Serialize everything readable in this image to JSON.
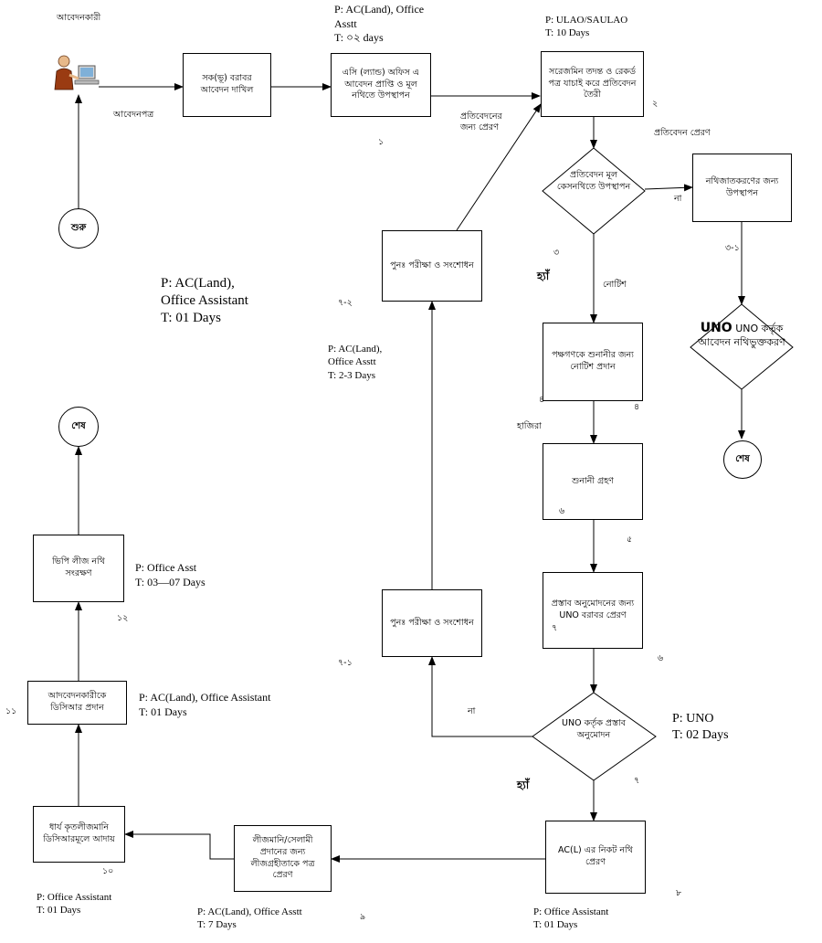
{
  "nodes": {
    "start": "শুরু",
    "applicant_label": "আবেদনকারী",
    "submit": "সক(ভূ) বরাবর আবেদন দাখিল",
    "receive": "এসি (ল্যান্ড) অফিস এ আবেদন প্রাপ্তি ও মূল নথিতে উপস্থাপন",
    "investigate": "সরেজমিন তদন্ত ও রেকর্ড পত্র যাচাই করে প্রতিবেদন তৈরী",
    "report_decision": "প্রতিবেদন মূল কেসনথিতে উপস্থাপন",
    "forward_file": "নথিজাতকরণের জন্য উপস্থাপন",
    "uno_file": "UNO কর্তৃক আবেদন নথিভুক্তকরণ",
    "end_right": "শেষ",
    "notice": "পক্ষগণকে শুনানীর জন্য নোটিশ প্রদান",
    "hearing": "শুনানী গ্রহণ",
    "proposal": "প্রস্তাব অনুমোদনের জন্য UNO বরাবর প্রেরণ",
    "uno_approve": "UNO কর্তৃক প্রস্তাব অনুমোদন",
    "recheck_top": "পুনঃ পরীক্ষা ও সংশোধন",
    "recheck_bottom": "পুনঃ পরীক্ষা ও সংশোধন",
    "send_acl": "AC(L) এর নিকট নথি প্রেরণ",
    "lease_letter": "লীজমানি/সেলামী প্রদানের জন্য লীজগ্রহীতাকে পত্র প্রেরণ",
    "collect": "ধার্য কৃতলীজমানি ডিসিআরমূলে আদায়",
    "give_dcr": "আদবেদনকারীকে ডিসিআর প্রদান",
    "preserve": "ভিপি লীজ নথি সংরক্ষণ",
    "end_left": "শেষ"
  },
  "labels": {
    "application_letter": "আবেদনপত্র",
    "send_for_report": "প্রতিবেদনের\nজন্য প্রেরণ",
    "send_report": "প্রতিবেদন প্রেরণ",
    "no_right": "না",
    "yes_mid": "হ্যাঁ",
    "notice_edge": "নোটিশ",
    "attendance": "হাজিরা",
    "no_bottom": "না",
    "yes_bottom": "হ্যাঁ"
  },
  "step_numbers": {
    "s1": "১",
    "s2": "২",
    "s3": "৩",
    "s31": "৩-১",
    "s4a": "৪",
    "s4b": "৪",
    "s5": "৫",
    "s6a": "৬",
    "s6b": "৬",
    "s7a": "৭",
    "s7b": "৭",
    "s71": "৭-১",
    "s72": "৭-২",
    "s8": "৮",
    "s9": "৯",
    "s10": "১০",
    "s11": "১১",
    "s12": "১২"
  },
  "annotations": {
    "a_receive": "P: AC(Land), Office\nAsstt\nT: ০২ days",
    "a_investigate": "P: ULAO/SAULAO\nT: 10 Days",
    "a_big_left": "P:  AC(Land),\n   Office Assistant\nT:  01 Days",
    "a_recheck": "P: AC(Land),\n   Office Asstt\nT: 2-3 Days",
    "a_uno": "P: UNO\nT: 02 Days",
    "a_preserve": "P: Office Asst\nT: 03—07 Days",
    "a_dcr": "P: AC(Land), Office Assistant\nT: 01 Days",
    "a_collect": "P: Office Assistant\nT: 01 Days",
    "a_lease": "P: AC(Land), Office Asstt\nT: 7 Days",
    "a_send": "P: Office Assistant\nT: 01 Days"
  }
}
